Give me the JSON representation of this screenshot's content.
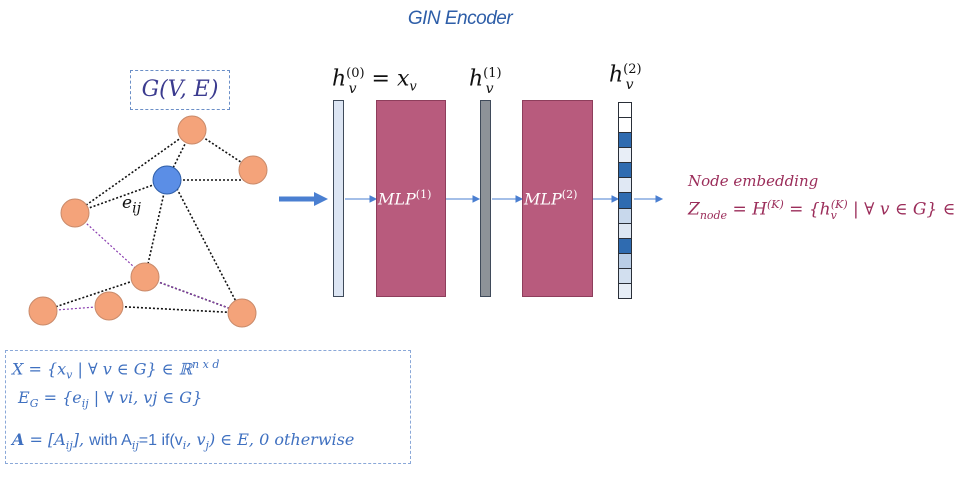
{
  "title": "GIN Encoder",
  "graph": {
    "label": "G(V, E)",
    "edge_label_base": "e",
    "edge_label_sub": "ij",
    "node_color": "#f4a37a",
    "highlight_node_color": "#5b8ee6"
  },
  "pipeline": {
    "h0": {
      "base": "h",
      "sub": "v",
      "sup": "(0)",
      "eq": "= x",
      "eq_sub": "v"
    },
    "h1": {
      "base": "h",
      "sub": "v",
      "sup": "(1)"
    },
    "h2": {
      "base": "h",
      "sub": "v",
      "sup": "(2)"
    },
    "mlp1": {
      "base": "MLP",
      "sup": "(1)"
    },
    "mlp2": {
      "base": "MLP",
      "sup": "(2)"
    },
    "mlp_color": "#b85b7d",
    "arrow_color": "#4a7fd1",
    "embedding_cells": [
      "#ffffff",
      "#ffffff",
      "#2f6bb0",
      "#e8eef7",
      "#2f6bb0",
      "#e0e8f4",
      "#2f6bb0",
      "#c8d8ec",
      "#dde6f2",
      "#2f6bb0",
      "#b9cde6",
      "#d2dfef",
      "#e6edf6"
    ]
  },
  "node_embedding": {
    "label": "Node embedding",
    "z": "Z",
    "z_sub": "node",
    "eq1": " = H",
    "h_sup": "(K)",
    "eq2": " = {h",
    "hv_sub": "v",
    "hv_sup": "(K)",
    "eq3": " | ∀ v ∈ G} ∈"
  },
  "definitions": {
    "line1": {
      "a": "X    = {x",
      "a_sub": "v",
      "b": "  | ∀ v ∈ G} ∈ ℝ",
      "b_sup": "n x d"
    },
    "line2": {
      "a": "E",
      "a_sub": "G",
      "b": " = {e",
      "b_sub": "ij",
      "c": "  | ∀ vi, vj ∈ G}"
    },
    "line3": {
      "a": "A",
      "b": " = [A",
      "b_sub": "ij",
      "c": "], ",
      "d": "with A",
      "d_sub": "ij",
      "e": "=1 if(v",
      "e_sub": "i",
      "f": ", v",
      "f_sub": "j",
      "g": ") ∈ E, 0 otherwise"
    }
  }
}
